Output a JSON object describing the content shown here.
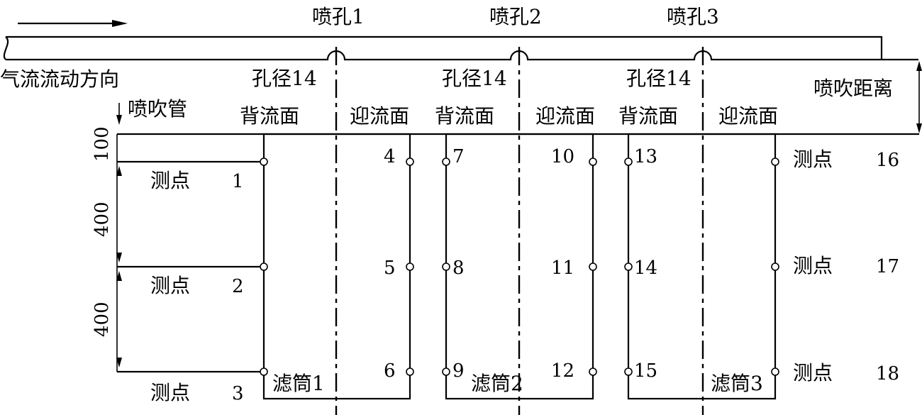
{
  "flow_direction": "气流流动方向",
  "blow_pipe": "喷吹管",
  "blow_distance": "喷吹距离",
  "nozzles": [
    "喷孔1",
    "喷孔2",
    "喷孔3"
  ],
  "hole_diameter": [
    "孔径14",
    "孔径14",
    "孔径14"
  ],
  "back_face": "背流面",
  "front_face": "迎流面",
  "filters": [
    "滤筒1",
    "滤筒2",
    "滤筒3"
  ],
  "measure_point": "测点",
  "left_points": [
    "1",
    "2",
    "3"
  ],
  "right_points": [
    "16",
    "17",
    "18"
  ],
  "point_numbers": [
    "4",
    "5",
    "6",
    "7",
    "8",
    "9",
    "10",
    "11",
    "12",
    "13",
    "14",
    "15"
  ],
  "dimensions": [
    "100",
    "400",
    "400"
  ]
}
